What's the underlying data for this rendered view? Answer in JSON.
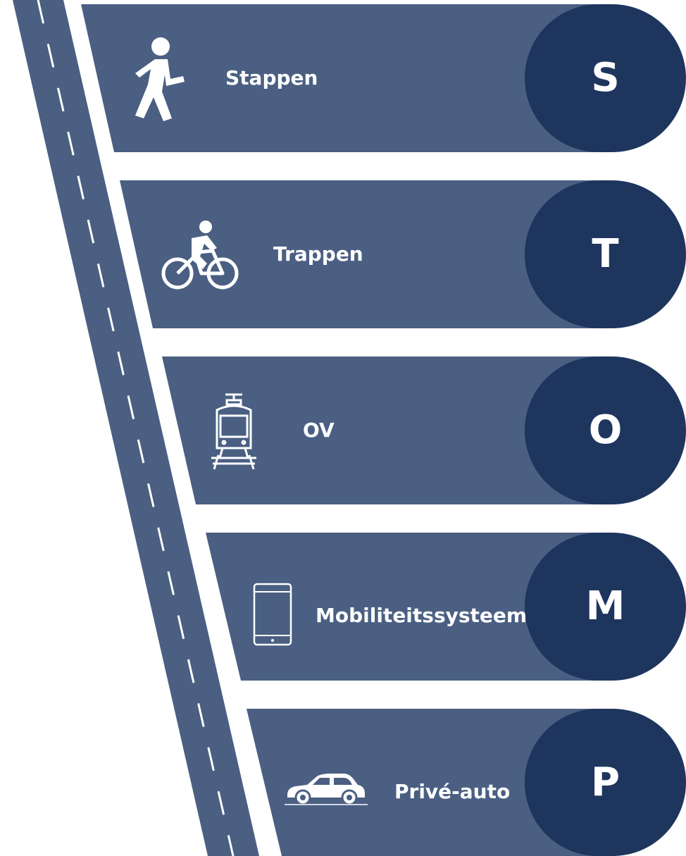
{
  "colors": {
    "band": "#4a5f82",
    "pill": "#1e355e",
    "road": "#4a5f82",
    "dash": "#ffffff",
    "text": "#ffffff"
  },
  "tiers": [
    {
      "letter": "S",
      "label": "Stappen",
      "icon": "walking-person-icon"
    },
    {
      "letter": "T",
      "label": "Trappen",
      "icon": "cyclist-icon"
    },
    {
      "letter": "O",
      "label": "OV",
      "icon": "tram-icon"
    },
    {
      "letter": "M",
      "label": "Mobiliteitssysteem",
      "icon": "smartphone-icon"
    },
    {
      "letter": "P",
      "label": "Privé-auto",
      "icon": "car-icon"
    }
  ]
}
